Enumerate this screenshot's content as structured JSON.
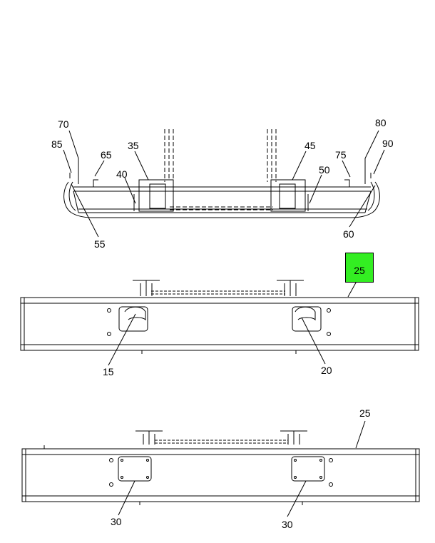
{
  "callouts": {
    "c70": "70",
    "c85": "85",
    "c65": "65",
    "c35": "35",
    "c40": "40",
    "c45": "45",
    "c50": "50",
    "c75": "75",
    "c80": "80",
    "c90": "90",
    "c55": "55",
    "c60": "60",
    "c25_highlight": "25",
    "c15": "15",
    "c20": "20",
    "c25_bottom": "25",
    "c30_left": "30",
    "c30_right": "30"
  },
  "colors": {
    "highlight": "#33ee22",
    "line": "#000000",
    "background": "#ffffff"
  }
}
